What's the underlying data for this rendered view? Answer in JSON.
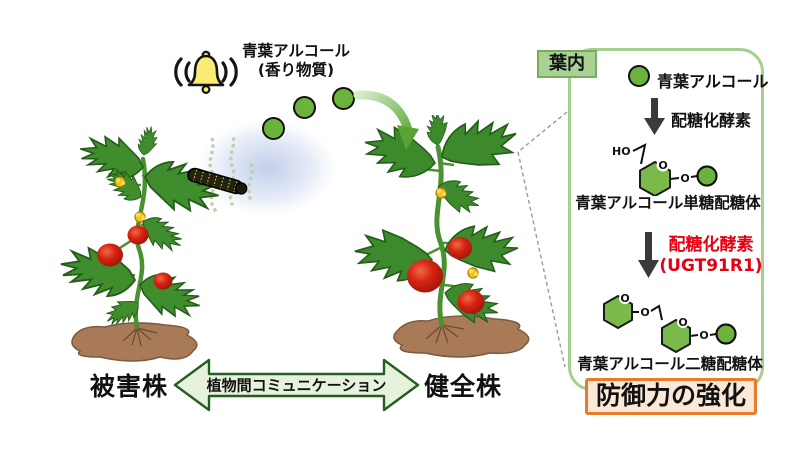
{
  "scene": {
    "volatile_title": "青葉アルコール",
    "volatile_subtitle": "(香り物質)",
    "damaged_plant_label": "被害株",
    "healthy_plant_label": "健全株",
    "communication_label": "植物間コミュニケーション"
  },
  "panel": {
    "title": "葉内",
    "legend_label": "青葉アルコール",
    "step1_enzyme": "配糖化酵素",
    "mono_ho": "HO",
    "chem_o": "O",
    "mono_label": "青葉アルコール単糖配糖体",
    "step2_enzyme": "配糖化酵素",
    "step2_gene": "(UGT91R1)",
    "di_label": "青葉アルコール二糖配糖体",
    "defense_label": "防御力の強化"
  },
  "icons": {
    "bell": "alarm-bell-icon",
    "sound_waves": "sound-wave-icon",
    "down_arrow": "down-arrow-icon",
    "curved_arrow": "curved-transfer-arrow-icon",
    "double_arrow": "double-headed-arrow-icon",
    "caterpillar": "caterpillar-icon",
    "volatile_molecule": "green-circle-molecule-icon"
  },
  "colors": {
    "molecule_green": "#6cb33e",
    "sugar_green": "#7aba4b",
    "panel_border_green": "#a5d08f",
    "leaf_label_green": "#a9d194",
    "enzyme_red": "#e60012",
    "defense_orange": "#e87a2e",
    "defense_bg": "#fce8d7",
    "comm_arrow_fill": "#e7f2dc",
    "comm_arrow_border": "#235e23"
  }
}
